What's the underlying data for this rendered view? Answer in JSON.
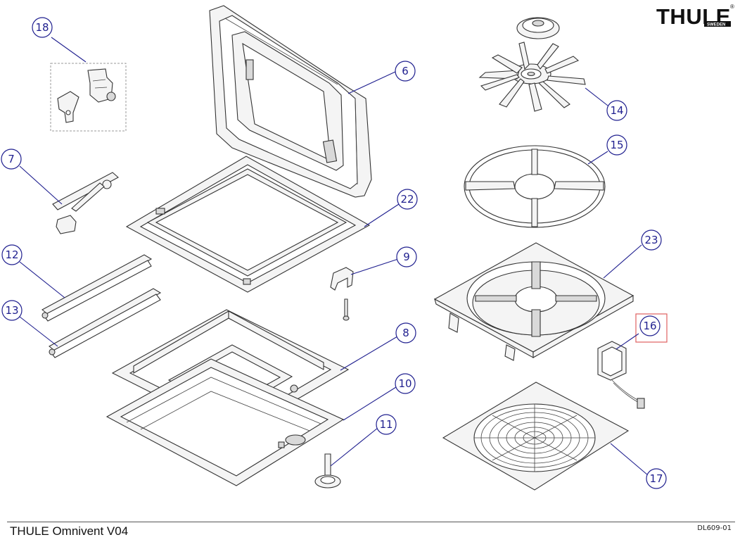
{
  "brand": {
    "logo_text": "THULE",
    "logo_subtext": "SWEDEN",
    "registered_mark": "®"
  },
  "footer": {
    "title": "THULE Omnivent V04",
    "drawing_code": "DL609-01"
  },
  "callouts": {
    "c18": "18",
    "c6": "6",
    "c14": "14",
    "c7": "7",
    "c15": "15",
    "c22": "22",
    "c12": "12",
    "c23": "23",
    "c9": "9",
    "c13": "13",
    "c16": "16",
    "c8": "8",
    "c10": "10",
    "c11": "11",
    "c17": "17"
  },
  "colors": {
    "callout_blue": "#1f1f8f",
    "highlight_red": "#e06060"
  }
}
